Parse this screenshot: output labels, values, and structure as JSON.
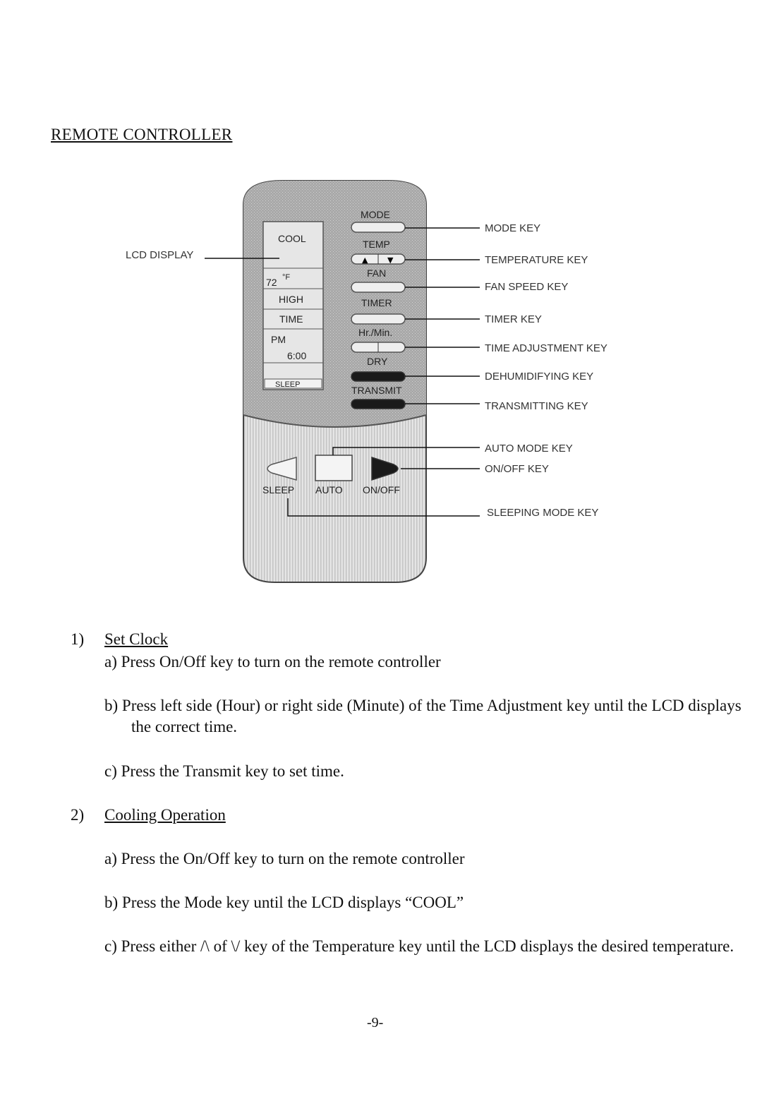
{
  "title": "REMOTE CONTROLLER",
  "remote": {
    "keys": {
      "mode": "MODE",
      "temp": "TEMP",
      "fan": "FAN",
      "timer": "TIMER",
      "hrmin": "Hr./Min.",
      "dry": "DRY",
      "transmit": "TRANSMIT",
      "sleep": "SLEEP",
      "auto": "AUTO",
      "onoff": "ON/OFF",
      "temp_up": "▲",
      "temp_down": "▼"
    },
    "lcd": {
      "mode": "COOL",
      "temperature": "72",
      "unit": "°F",
      "fan": "HIGH",
      "time_label": "TIME",
      "ampm": "PM",
      "time": "6:00",
      "sleep": "SLEEP"
    }
  },
  "callouts": {
    "lcd_display": "LCD DISPLAY",
    "mode_key": "MODE KEY",
    "temperature_key": "TEMPERATURE KEY",
    "fan_speed_key": "FAN SPEED KEY",
    "timer_key": "TIMER KEY",
    "time_adjustment_key": "TIME ADJUSTMENT KEY",
    "dehumidifying_key": "DEHUMIDIFYING KEY",
    "transmitting_key": "TRANSMITTING KEY",
    "auto_mode_key": "AUTO MODE KEY",
    "onoff_key": "ON/OFF KEY",
    "sleeping_mode_key": "SLEEPING MODE KEY"
  },
  "sections": [
    {
      "num": "1)",
      "heading": "Set Clock",
      "steps": [
        "a) Press On/Off key to turn on the remote controller",
        "b) Press left side (Hour) or right side (Minute) of the Time Adjustment key until the LCD displays the correct time.",
        "c) Press the Transmit key to set time."
      ]
    },
    {
      "num": "2)",
      "heading": "Cooling Operation",
      "steps": [
        "a) Press the On/Off key to turn on the remote controller",
        "b) Press the Mode key until the LCD displays “COOL”",
        "c) Press either /\\ of \\/ key of the Temperature key until the LCD displays the desired temperature."
      ]
    }
  ],
  "page_number": "-9-"
}
